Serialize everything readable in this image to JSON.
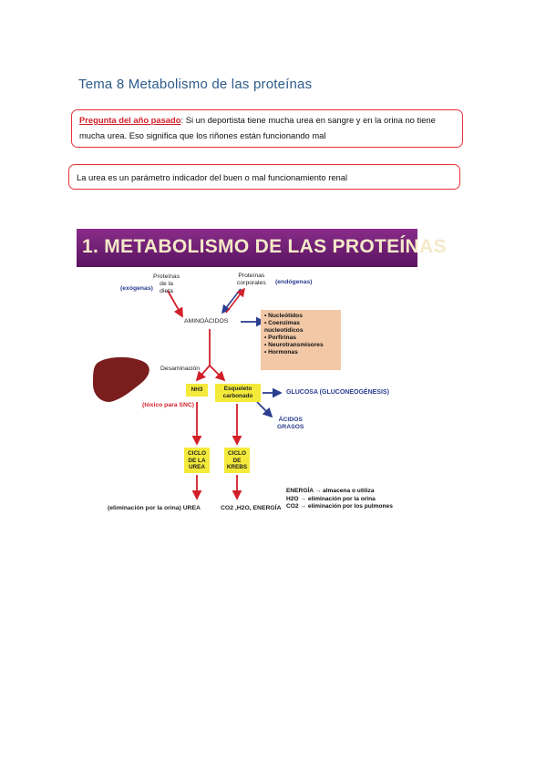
{
  "title": "Tema 8 Metabolismo de las proteínas",
  "note1": {
    "label": "Pregunta del año pasado",
    "text": ": Si un deportista tiene mucha urea en sangre y en la orina no tiene mucha urea. Eso significa que los riñones están funcionando mal"
  },
  "note2": {
    "text": "La urea es un parámetro indicador del buen o mal funcionamiento renal"
  },
  "figure": {
    "title": "1. METABOLISMO DE LAS PROTEÍNAS",
    "dietary": "Proteínas\nde la\ndieta",
    "exogenous": "(exógenas)",
    "body_proteins": "Proteínas\ncorporales",
    "endogenous": "(endógenas)",
    "amino": "AMINOÁCIDOS",
    "products": [
      "Nucleótidos",
      "Coenzimas nucleotídicos",
      "Porfirinas",
      "Neurotransmisores",
      "Hormonas"
    ],
    "deamination": "Desaminación",
    "nh3": "NH3",
    "toxic": "(tóxico para SNC)",
    "skeleton": "Esqueleto carbonado",
    "glucose": "GLUCOSA (GLUCONEOGÉNESIS)",
    "fatty": "ÁCIDOS\nGRASOS",
    "urea_cycle": "CICLO\nDE LA\nUREA",
    "krebs": "CICLO\nDE\nKREBS",
    "elimination": "(eliminación por la orina) UREA",
    "co2": "CO2 ,H2O, ENERGÍA",
    "energy_note": "ENERGÍA → almacena o utiliza",
    "h2o_note": "H2O → eliminación por la orina",
    "co2_note": "CO2 → eliminación por los pulmones"
  }
}
